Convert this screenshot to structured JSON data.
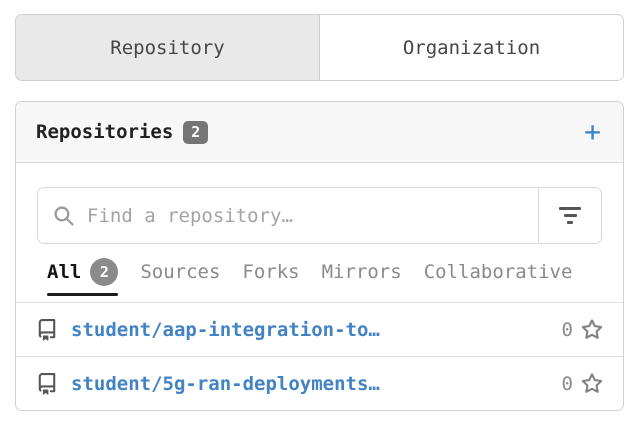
{
  "colors": {
    "accent_blue": "#3981c6",
    "link_blue": "#4183c4",
    "active_tab_bg": "#e9e9e9",
    "header_bg": "#f7f7f7",
    "badge_gray": "#757575",
    "border_gray": "#d0d0d0"
  },
  "toggle": {
    "tabs": [
      {
        "label": "Repository",
        "active": true
      },
      {
        "label": "Organization",
        "active": false
      }
    ]
  },
  "panel": {
    "title": "Repositories",
    "count": "2",
    "add_label": "+",
    "search": {
      "placeholder": "Find a repository…"
    },
    "filters": [
      {
        "label": "All",
        "count": "2",
        "active": true
      },
      {
        "label": "Sources",
        "active": false
      },
      {
        "label": "Forks",
        "active": false
      },
      {
        "label": "Mirrors",
        "active": false
      },
      {
        "label": "Collaborative",
        "active": false
      }
    ],
    "repos": [
      {
        "name": "student/aap-integration-to…",
        "stars": "0"
      },
      {
        "name": "student/5g-ran-deployments…",
        "stars": "0"
      }
    ]
  }
}
